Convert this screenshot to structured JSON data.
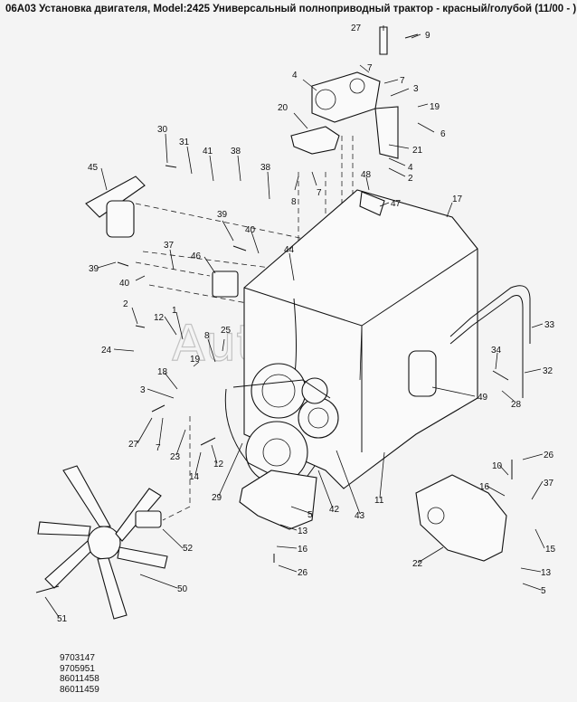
{
  "title": "06A03 Установка двигателя, Model:2425 Универсальный полноприводный трактор - красный/голубой (11/00 - )",
  "watermark": "AutoSoft",
  "callouts": {
    "c27_top": "27",
    "c9": "9",
    "c4_a": "4",
    "c7_a": "7",
    "c7_b": "7",
    "c3_a": "3",
    "c20": "20",
    "c19_a": "19",
    "c6": "6",
    "c21": "21",
    "c4_b": "4",
    "c2_a": "2",
    "c30": "30",
    "c31": "31",
    "c41": "41",
    "c38_a": "38",
    "c38_b": "38",
    "c8_a": "8",
    "c7_c": "7",
    "c48": "48",
    "c47": "47",
    "c45": "45",
    "c17": "17",
    "c39_a": "39",
    "c40_a": "40",
    "c44": "44",
    "c37_a": "37",
    "c46": "46",
    "c39_b": "39",
    "c40_b": "40",
    "c2_b": "2",
    "c12_a": "12",
    "c1": "1",
    "c25": "25",
    "c24": "24",
    "c8_b": "8",
    "c19_b": "19",
    "c18": "18",
    "c3_b": "3",
    "c33": "33",
    "c34": "34",
    "c32": "32",
    "c28": "28",
    "c49": "49",
    "c27_b": "27",
    "c7_d": "7",
    "c23": "23",
    "c12_b": "12",
    "c14": "14",
    "c29": "29",
    "c11": "11",
    "c26_a": "26",
    "c10": "10",
    "c37_b": "37",
    "c16_a": "16",
    "c5_a": "5",
    "c42": "42",
    "c43": "43",
    "c13_a": "13",
    "c52": "52",
    "c16_b": "16",
    "c15": "15",
    "c22": "22",
    "c50": "50",
    "c26_b": "26",
    "c13_b": "13",
    "c51": "51",
    "c5_b": "5"
  },
  "part_numbers": [
    "9703147",
    "9705951",
    "86011458",
    "86011459"
  ]
}
